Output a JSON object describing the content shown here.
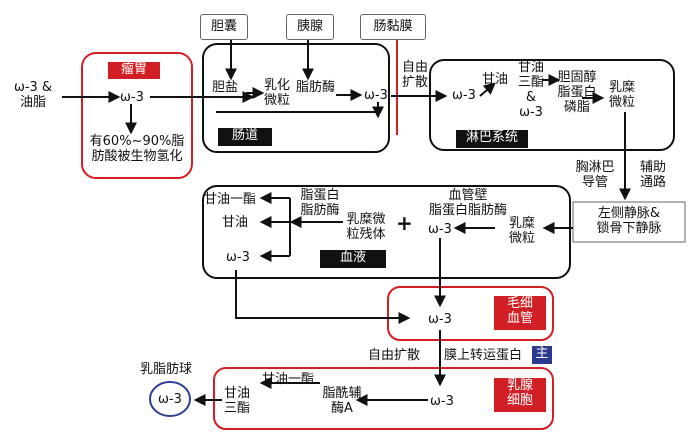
{
  "top_labels": {
    "bile_sac": "胆囊",
    "pancreas": "胰腺",
    "intestinal_mucosa": "肠黏膜"
  },
  "input": {
    "line1": "ω-3 &",
    "line2": "油脂"
  },
  "rumen": {
    "tag": "瘤胃",
    "omega": "ω-3",
    "note_line1": "有60%~90%脂",
    "note_line2": "肪酸被生物氢化"
  },
  "intestine": {
    "tag": "肠道",
    "bile_salt": "胆盐",
    "emulsion_line1": "乳化",
    "emulsion_line2": "微粒",
    "lipase": "脂肪酶",
    "omega": "ω-3"
  },
  "free_diffusion_1": {
    "line1": "自由",
    "line2": "扩散"
  },
  "lymph": {
    "tag": "淋巴系统",
    "omega": "ω-3",
    "glycerol": "甘油",
    "tg_line1": "甘油",
    "tg_line2": "三酯",
    "tg_line3": "&",
    "tg_line4": "ω-3",
    "chol_line1": "胆固醇",
    "chol_line2": "脂蛋白",
    "chol_line3": "磷脂",
    "chylo_line1": "乳糜",
    "chylo_line2": "微粒"
  },
  "thoracic_duct": {
    "line1": "胸淋巴",
    "line2": "导管"
  },
  "aux_path": {
    "line1": "辅助",
    "line2": "通路"
  },
  "vein_box": {
    "line1": "左侧静脉&",
    "line2": "锁骨下静脉"
  },
  "blood": {
    "tag": "血液",
    "monoglyceride": "甘油一酯",
    "glycerol": "甘油",
    "omega_left": "ω-3",
    "lipoprotein_line1": "脂蛋白",
    "lipoprotein_line2": "脂肪酶",
    "plus": "+",
    "remnant_line1": "乳糜微",
    "remnant_line2": "粒残体",
    "vessel_wall_line1": "血管壁",
    "vessel_wall_line2": "脂蛋白脂肪酶",
    "omega_mid": "ω-3",
    "chylo_line1": "乳糜",
    "chylo_line2": "微粒"
  },
  "capillary": {
    "tag_line1": "毛细",
    "tag_line2": "血管",
    "omega": "ω-3"
  },
  "transport": {
    "free_diffusion": "自由扩散",
    "membrane": "膜上转运蛋白",
    "active": "主"
  },
  "mammary": {
    "tag_line1": "乳腺",
    "tag_line2": "细胞",
    "omega": "ω-3",
    "acyl_line1": "脂酰辅",
    "acyl_line2": "酶A",
    "monoglyceride": "甘油一酯",
    "tg_line1": "甘油",
    "tg_line2": "三酯"
  },
  "milk_fat": {
    "label": "乳脂肪球",
    "omega": "ω-3"
  },
  "colors": {
    "red": "#d21f26",
    "black": "#111111",
    "blue": "#2b3a8f",
    "navy": "#2f3f93"
  }
}
